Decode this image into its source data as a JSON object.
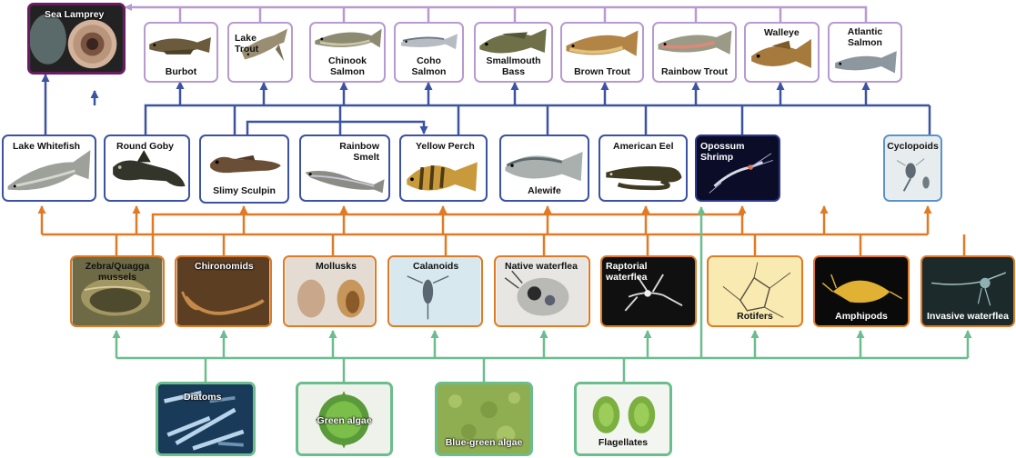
{
  "colors": {
    "predator_border": "#b79ad0",
    "lamprey_border": "#6b1a64",
    "fish_border": "#3c52a3",
    "invertebrate_border": "#e07a25",
    "phytoplankton_border": "#6bbd8e"
  },
  "nodes": {
    "sea_lamprey": "Sea Lamprey",
    "burbot": "Burbot",
    "lake_trout": "Lake\nTrout",
    "chinook_salmon": "Chinook\nSalmon",
    "coho_salmon": "Coho\nSalmon",
    "smallmouth_bass": "Smallmouth\nBass",
    "brown_trout": "Brown Trout",
    "rainbow_trout": "Rainbow Trout",
    "walleye": "Walleye",
    "atlantic_salmon": "Atlantic\nSalmon",
    "lake_whitefish": "Lake Whitefish",
    "round_goby": "Round Goby",
    "slimy_sculpin": "Slimy Sculpin",
    "rainbow_smelt": "Rainbow\nSmelt",
    "yellow_perch": "Yellow Perch",
    "alewife": "Alewife",
    "american_eel": "American Eel",
    "opossum_shrimp": "Opossum\nShrimp",
    "cyclopoids": "Cyclopoids",
    "zebra_quagga": "Zebra/Quagga\nmussels",
    "chironomids": "Chironomids",
    "mollusks": "Mollusks",
    "calanoids": "Calanoids",
    "native_waterflea": "Native waterflea",
    "raptorial_waterflea": "Raptorial\nwaterflea",
    "rotifers": "Rotifers",
    "amphipods": "Amphipods",
    "invasive_waterflea": "Invasive waterflea",
    "diatoms": "Diatoms",
    "green_algae": "Green algae",
    "blue_green_algae": "Blue-green algae",
    "flagellates": "Flagellates"
  }
}
